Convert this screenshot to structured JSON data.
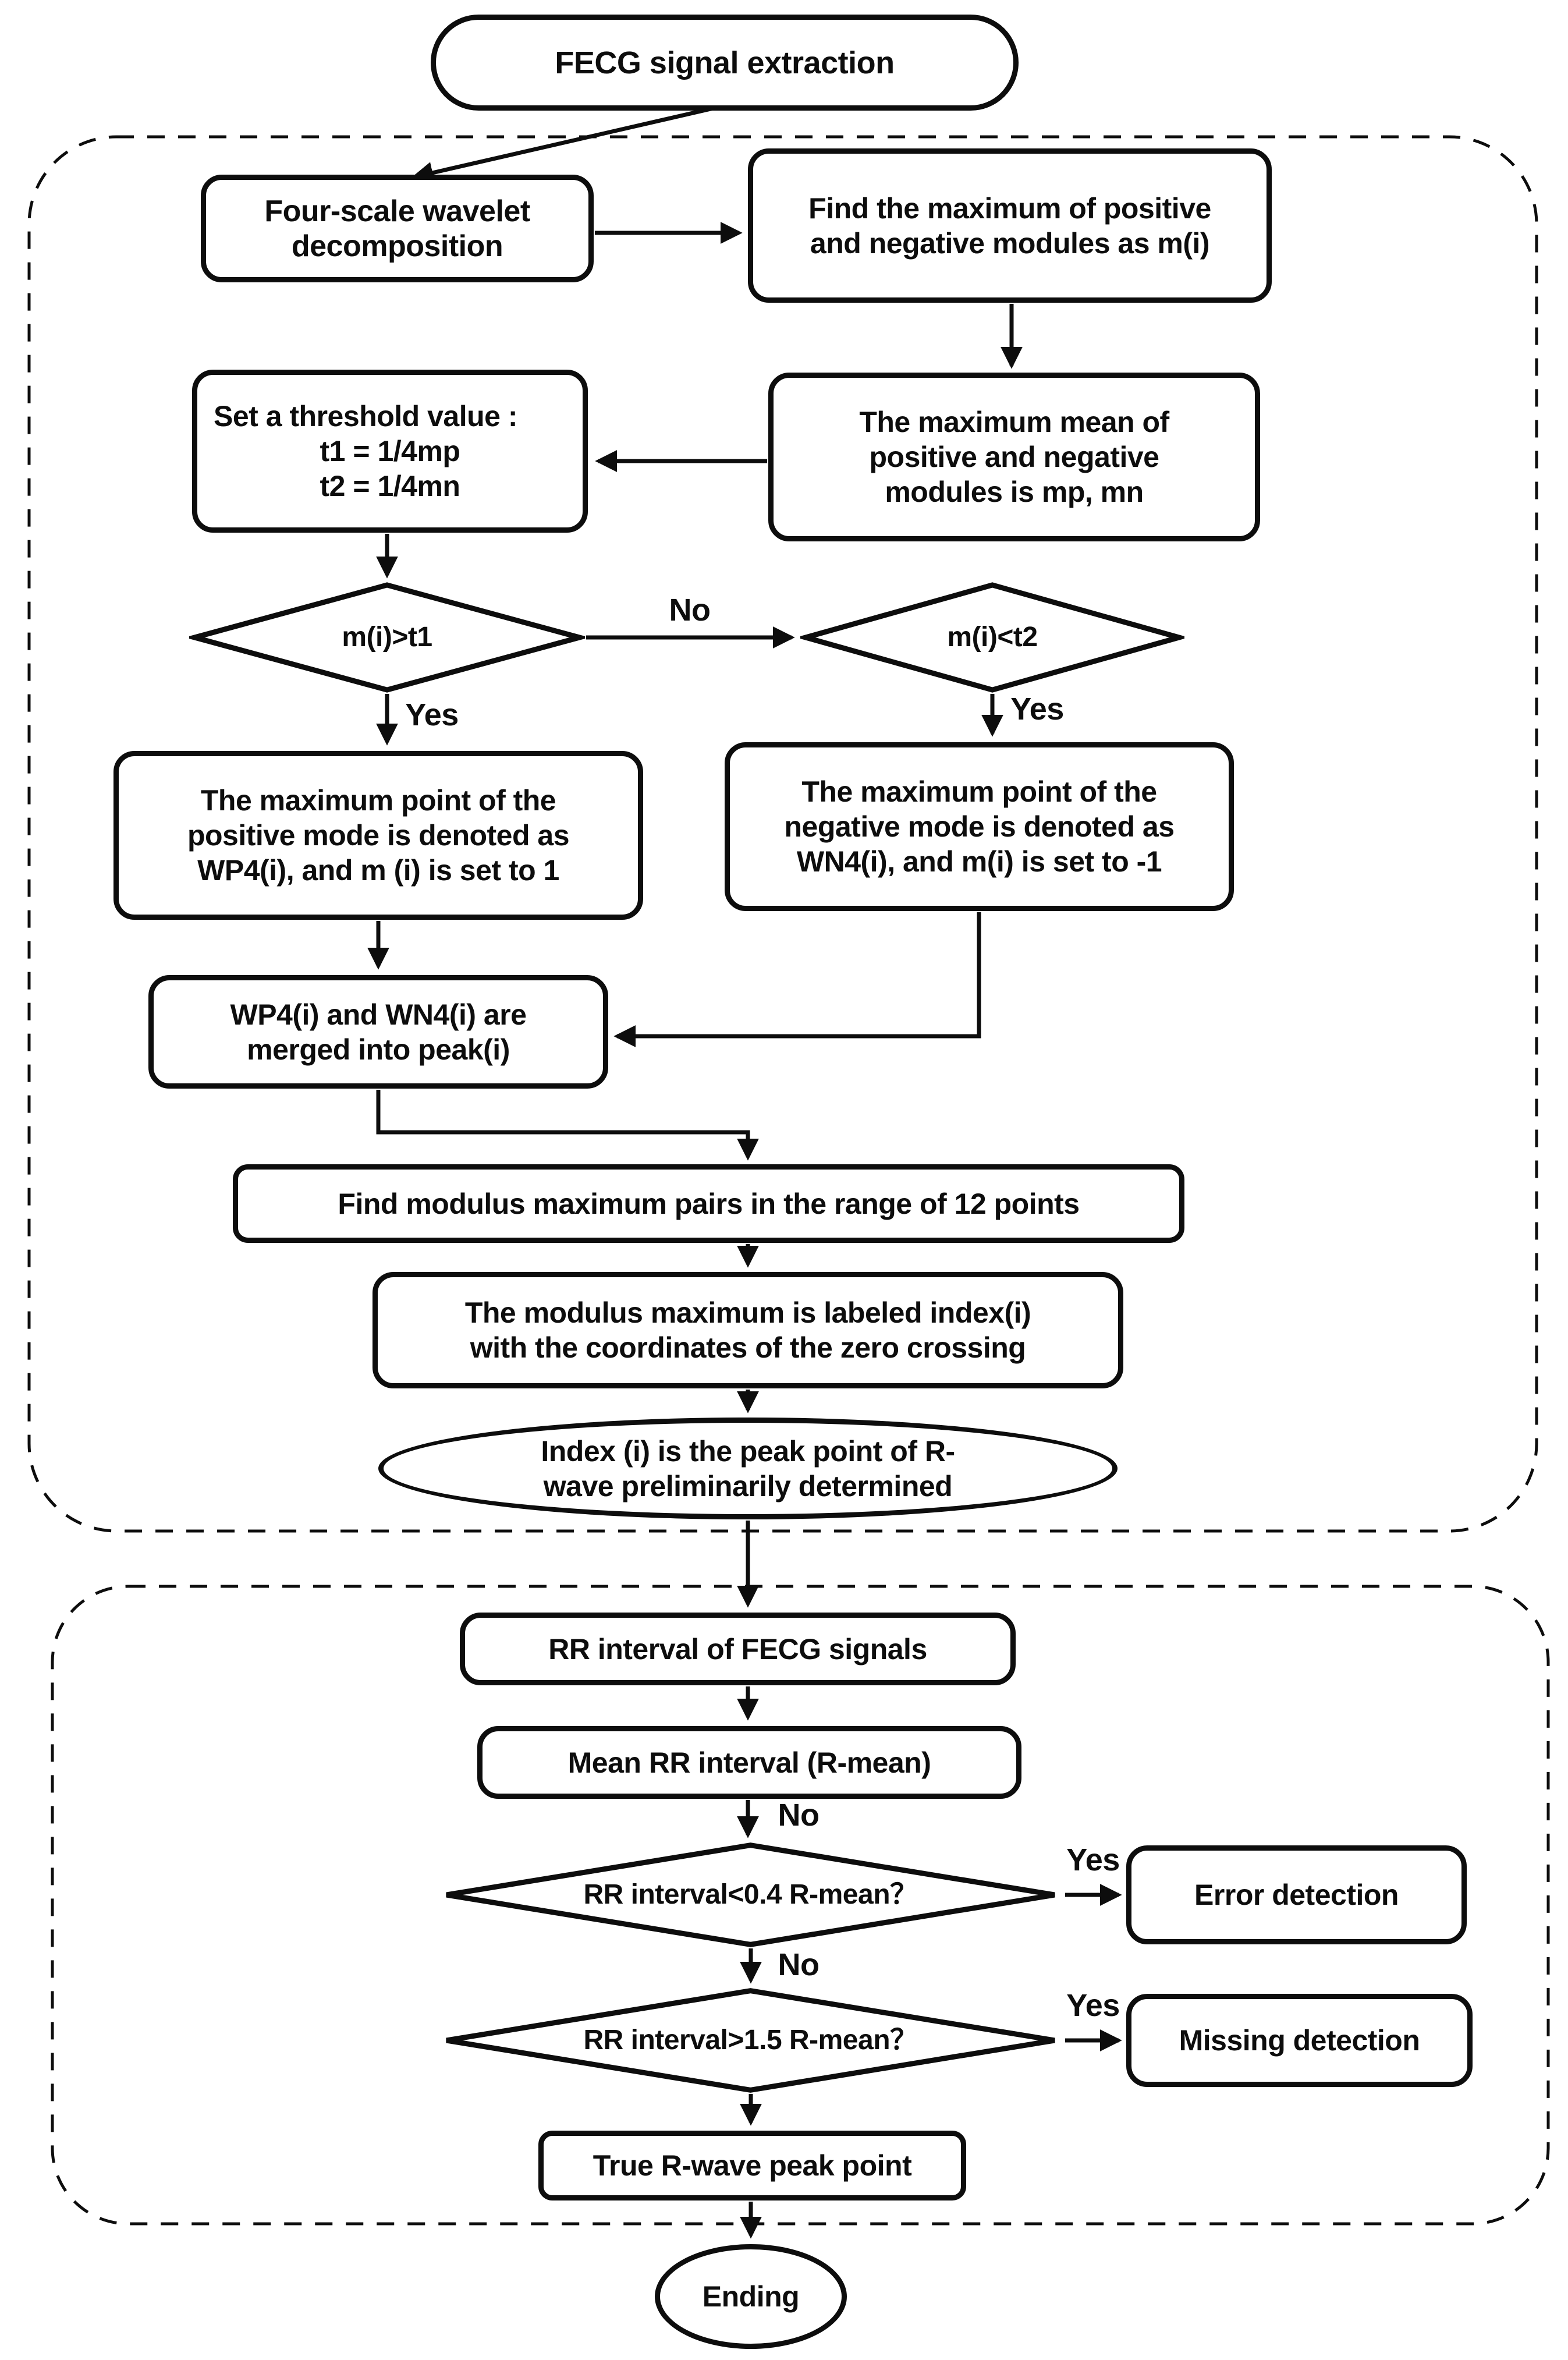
{
  "title": "FECG R-wave detection flowchart",
  "colors": {
    "ink": "#0d0d0d",
    "background": "#ffffff"
  },
  "nodes": {
    "start": {
      "label": "FECG signal extraction"
    },
    "four_scale": {
      "line1": "Four-scale wavelet",
      "line2": "decomposition"
    },
    "find_max": {
      "line1": "Find the maximum of positive",
      "line2": "and negative modules as m(i)"
    },
    "max_mean": {
      "line1": "The maximum mean of",
      "line2": "positive and negative",
      "line3": "modules is mp, mn"
    },
    "threshold": {
      "line1": "Set a threshold value :",
      "line2": "t1 = 1/4mp",
      "line3": "t2 = 1/4mn"
    },
    "cond_pos": {
      "label": "m(i)>t1"
    },
    "cond_neg": {
      "label": "m(i)<t2"
    },
    "pos_max": {
      "line1": "The maximum point of the",
      "line2": "positive mode is denoted as",
      "line3": "WP4(i), and m (i) is set to 1"
    },
    "neg_max": {
      "line1": "The maximum point of the",
      "line2": "negative mode is denoted as",
      "line3": "WN4(i), and m(i) is set to -1"
    },
    "merge": {
      "line1": "WP4(i) and WN4(i) are",
      "line2": "merged into peak(i)"
    },
    "pairs": {
      "label": "Find modulus maximum pairs in the range of 12 points"
    },
    "index_label": {
      "line1": "The modulus maximum is labeled index(i)",
      "line2": "with the coordinates of the zero crossing"
    },
    "index_peak": {
      "line1": "Index (i) is the peak point of R-",
      "line2": "wave preliminarily determined"
    },
    "rr_interval": {
      "label": "RR interval of FECG signals"
    },
    "mean_rr": {
      "label": "Mean RR interval (R-mean)"
    },
    "cond_low": {
      "label": "RR interval<0.4 R-mean？"
    },
    "error_det": {
      "label": "Error detection"
    },
    "cond_high": {
      "label": "RR interval>1.5 R-mean？"
    },
    "missing_det": {
      "label": "Missing detection"
    },
    "true_peak": {
      "label": "True R-wave peak point"
    },
    "ending": {
      "label": "Ending"
    }
  },
  "edge_labels": {
    "no_between_conditions": "No",
    "yes_positive": "Yes",
    "yes_negative": "Yes",
    "no_before_low": "No",
    "yes_low": "Yes",
    "no_before_high": "No",
    "yes_high": "Yes"
  }
}
